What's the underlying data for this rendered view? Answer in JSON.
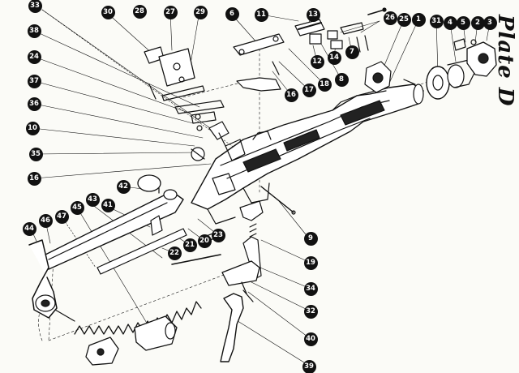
{
  "title": "Plate D",
  "callouts": [
    {
      "label": "33"
    },
    {
      "label": "30"
    },
    {
      "label": "28"
    },
    {
      "label": "27"
    },
    {
      "label": "29"
    },
    {
      "label": "6"
    },
    {
      "label": "11"
    },
    {
      "label": "13"
    },
    {
      "label": "26"
    },
    {
      "label": "25"
    },
    {
      "label": "1"
    },
    {
      "label": "31"
    },
    {
      "label": "4"
    },
    {
      "label": "5"
    },
    {
      "label": "2"
    },
    {
      "label": "3"
    },
    {
      "label": "38"
    },
    {
      "label": "24"
    },
    {
      "label": "37"
    },
    {
      "label": "36"
    },
    {
      "label": "10"
    },
    {
      "label": "35"
    },
    {
      "label": "16"
    },
    {
      "label": "12"
    },
    {
      "label": "7"
    },
    {
      "label": "14"
    },
    {
      "label": "8"
    },
    {
      "label": "18"
    },
    {
      "label": "17"
    },
    {
      "label": "16"
    },
    {
      "label": "42"
    },
    {
      "label": "43"
    },
    {
      "label": "41"
    },
    {
      "label": "45"
    },
    {
      "label": "47"
    },
    {
      "label": "46"
    },
    {
      "label": "44"
    },
    {
      "label": "23"
    },
    {
      "label": "20"
    },
    {
      "label": "21"
    },
    {
      "label": "22"
    },
    {
      "label": "9"
    },
    {
      "label": "19"
    },
    {
      "label": "34"
    },
    {
      "label": "32"
    },
    {
      "label": "40"
    },
    {
      "label": "39"
    }
  ],
  "colors": {
    "ink": "#111111",
    "paper": "#fbfbf7",
    "callout_text": "#ffffff"
  }
}
